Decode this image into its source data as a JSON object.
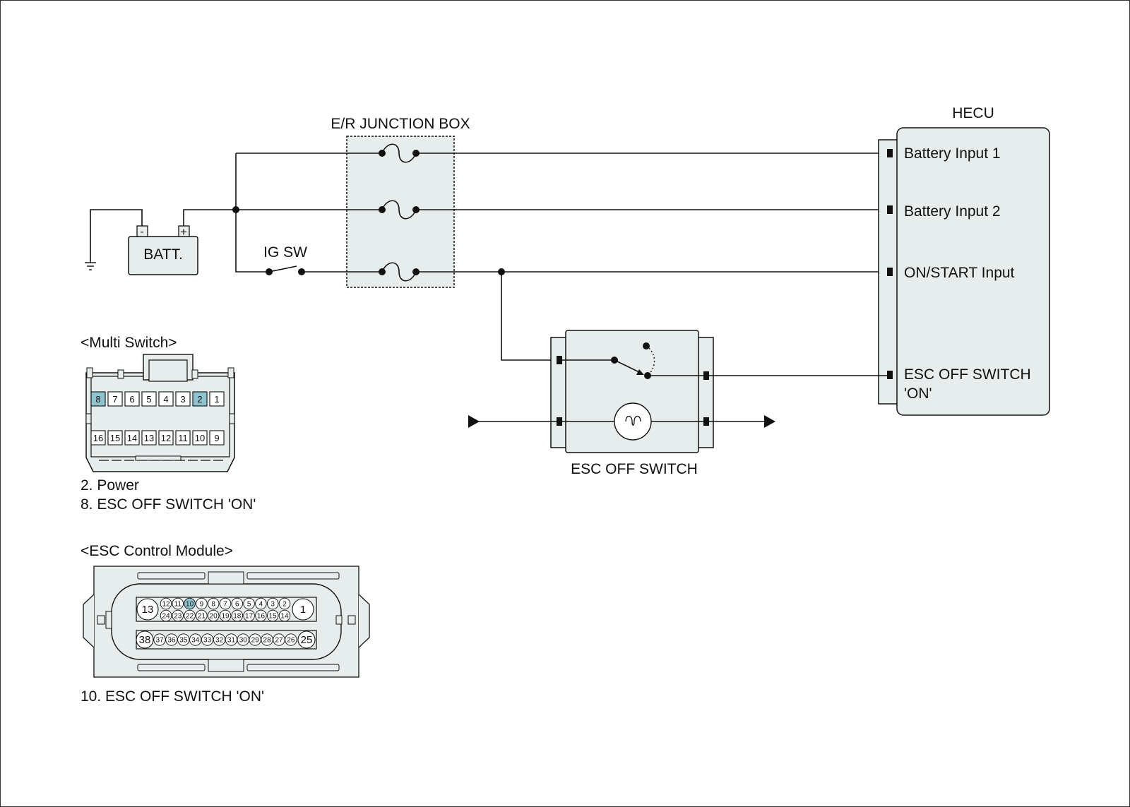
{
  "diagram": {
    "junction_box_label": "E/R JUNCTION BOX",
    "batt_label": "BATT.",
    "batt_minus": "-",
    "batt_plus": "+",
    "ig_sw_label": "IG SW",
    "hecu_label": "HECU",
    "hecu_inputs": [
      "Battery Input 1",
      "Battery Input 2",
      "ON/START Input",
      "ESC OFF SWITCH",
      "'ON'"
    ],
    "esc_switch_label": "ESC OFF SWITCH"
  },
  "multi_switch": {
    "title": "<Multi Switch>",
    "top_row": [
      "8",
      "7",
      "6",
      "5",
      "4",
      "3",
      "2",
      "1"
    ],
    "bottom_row": [
      "16",
      "15",
      "14",
      "13",
      "12",
      "11",
      "10",
      "9"
    ],
    "highlighted": [
      "8",
      "2"
    ],
    "notes": [
      "2. Power",
      "8. ESC OFF SWITCH 'ON'"
    ]
  },
  "esc_module": {
    "title": "<ESC Control Module>",
    "row1_big_left": "13",
    "row1_big_right": "1",
    "row1_top": [
      "12",
      "11",
      "10",
      "9",
      "8",
      "7",
      "6",
      "5",
      "4",
      "3",
      "2"
    ],
    "row1_bottom": [
      "24",
      "23",
      "22",
      "21",
      "20",
      "19",
      "18",
      "17",
      "16",
      "15",
      "14"
    ],
    "row2_big_left": "38",
    "row2_big_right": "25",
    "row2_small": [
      "37",
      "36",
      "35",
      "34",
      "33",
      "32",
      "31",
      "30",
      "29",
      "28",
      "27",
      "26"
    ],
    "highlighted": [
      "10"
    ],
    "notes": [
      "10. ESC OFF SWITCH 'ON'"
    ]
  },
  "colors": {
    "highlight": "#8ec3cf",
    "box_fill": "#e7eded"
  }
}
